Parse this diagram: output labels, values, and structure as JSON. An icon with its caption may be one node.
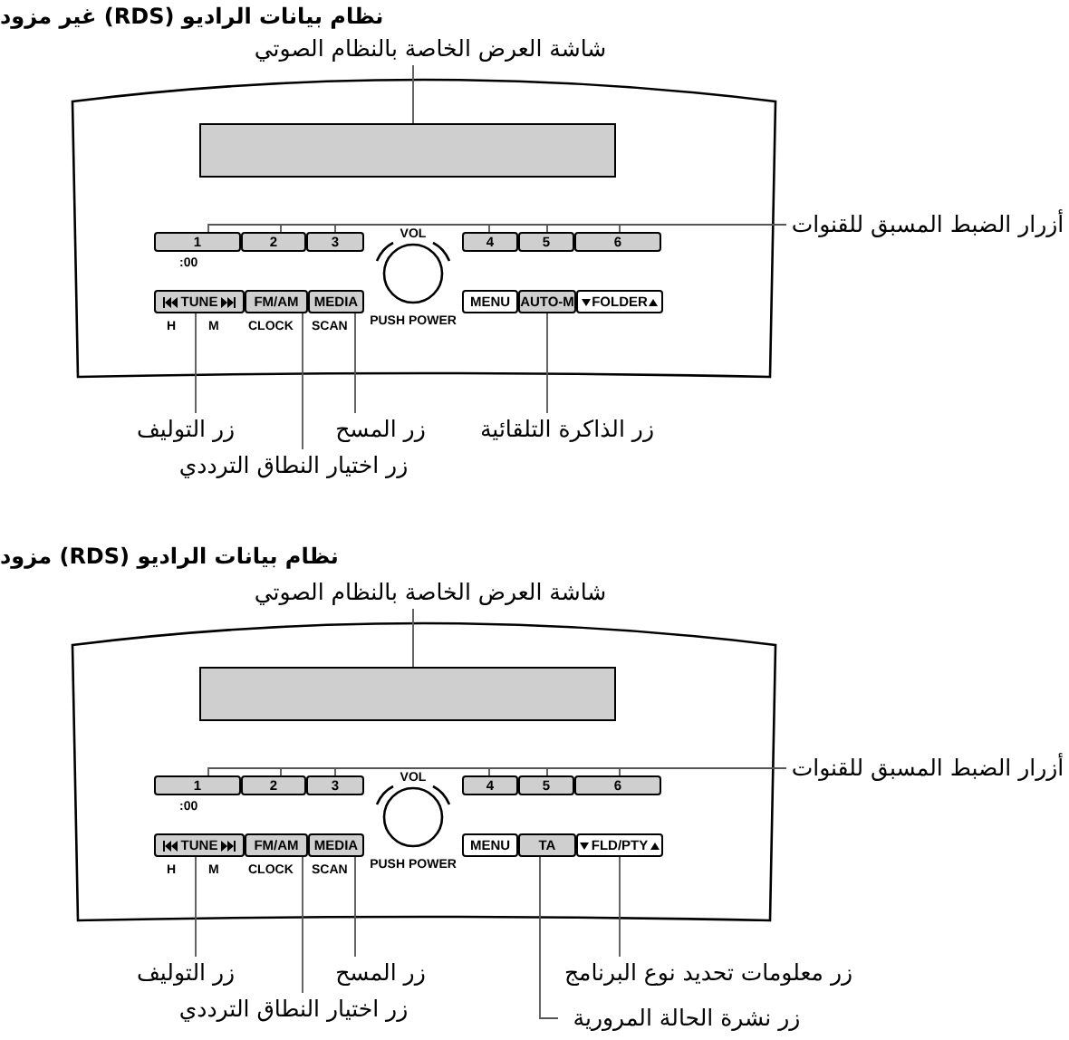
{
  "diagram": {
    "nodes": [
      {
        "text": [
          "شاشة العرض الخاصة بالنظام الصوتي"
        ]
      },
      {
        "text": [],
        "shape": "box"
      },
      {
        "text": [],
        "shape": "box",
        "in": 1
      },
      {
        "text": [
          "أزرار الضبط المسبق للقنوات"
        ]
      },
      {
        "text": [
          "1"
        ],
        "in": 1,
        "beside": [
          ":00"
        ]
      },
      {
        "text": [
          "2"
        ],
        "in": 1
      },
      {
        "text": [
          "3"
        ],
        "in": 1
      },
      {
        "text": [
          "4"
        ],
        "in": 1
      },
      {
        "text": [
          "5"
        ],
        "in": 1
      },
      {
        "text": [
          "6"
        ],
        "in": 1
      },
      {
        "text": [
          "VOL",
          "PUSH POWER"
        ],
        "in": 1
      },
      {
        "text": [
          "TUNE"
        ],
        "in": 1,
        "beside": [
          "H",
          "M"
        ]
      },
      {
        "text": [
          "FM/AM"
        ],
        "in": 1,
        "beside": [
          "CLOCK"
        ]
      },
      {
        "text": [
          "MEDIA"
        ],
        "in": 1,
        "beside": [
          "SCAN"
        ]
      },
      {
        "text": [
          "MENU"
        ],
        "in": 1
      },
      {
        "text": [
          "AUTO-M"
        ],
        "in": 1
      },
      {
        "text": [
          "FOLDER"
        ],
        "in": 1
      },
      {
        "text": [
          "زر التوليف"
        ]
      },
      {
        "text": [
          "زر المسح"
        ]
      },
      {
        "text": [
          "زر اختيار النطاق الترددي"
        ]
      },
      {
        "text": [
          "زر الذاكرة التلقائية"
        ]
      },
      {
        "text": [
          "شاشة العرض الخاصة بالنظام الصوتي"
        ]
      },
      {
        "text": [],
        "shape": "box"
      },
      {
        "text": [],
        "shape": "box",
        "in": 22
      },
      {
        "text": [
          "أزرار الضبط المسبق للقنوات"
        ]
      },
      {
        "text": [
          "1"
        ],
        "in": 22,
        "beside": [
          ":00"
        ]
      },
      {
        "text": [
          "2"
        ],
        "in": 22
      },
      {
        "text": [
          "3"
        ],
        "in": 22
      },
      {
        "text": [
          "4"
        ],
        "in": 22
      },
      {
        "text": [
          "5"
        ],
        "in": 22
      },
      {
        "text": [
          "6"
        ],
        "in": 22
      },
      {
        "text": [
          "VOL",
          "PUSH POWER"
        ],
        "in": 22
      },
      {
        "text": [
          "TUNE"
        ],
        "in": 22,
        "beside": [
          "H",
          "M"
        ]
      },
      {
        "text": [
          "FM/AM"
        ],
        "in": 22,
        "beside": [
          "CLOCK"
        ]
      },
      {
        "text": [
          "MEDIA"
        ],
        "in": 22,
        "beside": [
          "SCAN"
        ]
      },
      {
        "text": [
          "MENU"
        ],
        "in": 22
      },
      {
        "text": [
          "TA"
        ],
        "in": 22
      },
      {
        "text": [
          "FLD/PTY"
        ],
        "in": 22
      },
      {
        "text": [
          "زر التوليف"
        ]
      },
      {
        "text": [
          "زر المسح"
        ]
      },
      {
        "text": [
          "زر اختيار النطاق الترددي"
        ]
      },
      {
        "text": [
          "زر معلومات تحديد نوع البرنامج"
        ]
      },
      {
        "text": [
          "زر نشرة الحالة المرورية"
        ]
      }
    ],
    "edges": [
      {
        "from": 0,
        "to": 2,
        "arrow": "none"
      },
      {
        "from": 3,
        "to": 4,
        "arrow": "none"
      },
      {
        "from": 3,
        "to": 5,
        "arrow": "none"
      },
      {
        "from": 3,
        "to": 6,
        "arrow": "none"
      },
      {
        "from": 3,
        "to": 7,
        "arrow": "none"
      },
      {
        "from": 3,
        "to": 8,
        "arrow": "none"
      },
      {
        "from": 3,
        "to": 9,
        "arrow": "none"
      },
      {
        "from": 17,
        "to": 11,
        "arrow": "none"
      },
      {
        "from": 18,
        "to": 13,
        "arrow": "none"
      },
      {
        "from": 19,
        "to": 12,
        "arrow": "none"
      },
      {
        "from": 20,
        "to": 15,
        "arrow": "none"
      },
      {
        "from": 21,
        "to": 23,
        "arrow": "none"
      },
      {
        "from": 24,
        "to": 25,
        "arrow": "none"
      },
      {
        "from": 24,
        "to": 26,
        "arrow": "none"
      },
      {
        "from": 24,
        "to": 27,
        "arrow": "none"
      },
      {
        "from": 24,
        "to": 28,
        "arrow": "none"
      },
      {
        "from": 24,
        "to": 29,
        "arrow": "none"
      },
      {
        "from": 24,
        "to": 30,
        "arrow": "none"
      },
      {
        "from": 38,
        "to": 32,
        "arrow": "none"
      },
      {
        "from": 39,
        "to": 34,
        "arrow": "none"
      },
      {
        "from": 40,
        "to": 33,
        "arrow": "none"
      },
      {
        "from": 41,
        "to": 37,
        "arrow": "none"
      },
      {
        "from": 42,
        "to": 36,
        "arrow": "none"
      }
    ],
    "labels": [
      "نظام بيانات الراديو (RDS) غير مزود",
      "نظام بيانات الراديو (RDS) مزود"
    ]
  }
}
